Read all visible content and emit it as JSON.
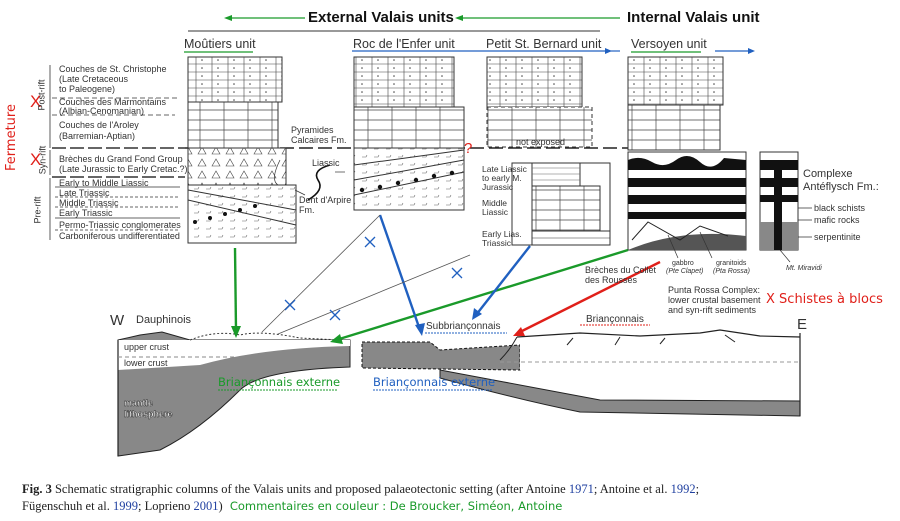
{
  "headers": {
    "external": "External Valais units",
    "internal": "Internal Valais unit"
  },
  "units": {
    "moutiers": "Moûtiers unit",
    "roc": "Roc de l'Enfer unit",
    "petit": "Petit St. Bernard unit",
    "versoyen": "Versoyen unit"
  },
  "legend": {
    "layers": [
      "Couches de St. Christophe",
      "(Late Cretaceous",
      "to Paleogene)",
      "Couches des Marmontains",
      "(Albian-Cenomanian)",
      "Couches de l'Aroley",
      "(Barremian-Aptian)",
      "Brèches du Grand Fond Group",
      "(Late Jurassic to Early Cretac.?)",
      "Early to Middle Liassic",
      "Late Triassic",
      "Middle Triassic",
      "Early Triassic",
      "Permo-Triassic conglomerates",
      "Carboniferous undifferentiated"
    ],
    "phases": {
      "post": "Post-rift",
      "syn": "Syn-rift",
      "pre": "Pre-rift"
    }
  },
  "annotations": {
    "fermeture": "Fermeture",
    "x_mark": "X",
    "question": "?",
    "schistes": "X Schistes à blocs",
    "brianconnais_externe_green": "Briançonnais externe",
    "brianconnais_externe_blue": "Briançonnais externe"
  },
  "column_labels": {
    "pyramides": [
      "Pyramides",
      "Calcaires Fm."
    ],
    "liassic": "Liassic",
    "dent": [
      "Dent d'Arpire",
      "Fm."
    ],
    "not_exposed": "not exposed",
    "petit_layers": [
      "Late Liassic",
      "to early M.",
      "Jurassic",
      "Middle",
      "Liassic",
      "Early Lias.",
      "Triassic"
    ],
    "complexe": [
      "Complexe",
      "Antéflysch Fm.:"
    ],
    "black_schists": "black schists",
    "mafic": "mafic rocks",
    "serpentinite": "serpentinite",
    "mt_miravidi": "Mt. Miravidi",
    "gabbro": "gabbro",
    "pta_clapet": "(Pte Clapet)",
    "granitoids": "granitoids",
    "pta_rossa": "(Pta Rossa)",
    "breches_collet": [
      "Brèches du Collet",
      "des Rousses"
    ],
    "punta_rossa": [
      "Punta Rossa Complex:",
      "lower crustal basement",
      "and syn-rift sediments"
    ]
  },
  "section": {
    "west": "W",
    "east": "E",
    "dauphinois": "Dauphinois",
    "upper_crust": "upper crust",
    "lower_crust": "lower crust",
    "mantle": [
      "mantle",
      "lithosphere"
    ],
    "subbrianconnais": "Subbriançonnais",
    "brianconnais": "Briançonnais"
  },
  "caption": {
    "fig": "Fig. 3",
    "text1": " Schematic stratigraphic columns of the Valais units and proposed palaeotectonic setting (after Antoine ",
    "y1971": "1971",
    "text2": "; Antoine et al. ",
    "y1992": "1992",
    "text3": ";",
    "text4": "Fügenschuh et al. ",
    "y1999": "1999",
    "text5": "; Loprieno ",
    "y2001": "2001",
    "text6": ")",
    "comment": "Commentaires en couleur : De Broucker, Siméon, Antoine"
  },
  "colors": {
    "green": "#1a9a2a",
    "blue": "#2060c0",
    "red": "#e0201a"
  }
}
